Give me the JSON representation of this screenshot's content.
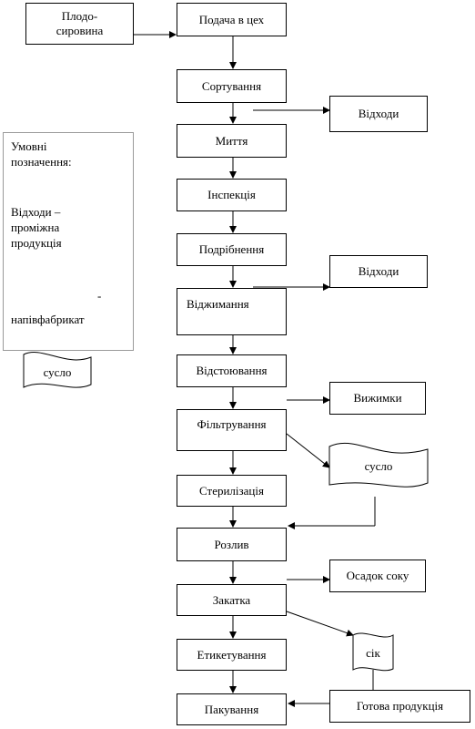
{
  "source": "Плодо-сировина",
  "steps": [
    "Подача в цех",
    "Сортування",
    "Миття",
    "Інспекція",
    "Подрібнення",
    "Віджимання",
    "Відстоювання",
    "Фільтрування",
    "Стерилізація",
    "Розлив",
    "Закатка",
    "Етикетування",
    "Пакування"
  ],
  "side_outputs": {
    "waste_1": "Відходи",
    "waste_2": "Відходи",
    "pomace": "Вижимки",
    "juice_sediment": "Осадок соку",
    "finished_product": "Готова продукція"
  },
  "intermediates": {
    "wort": "сусло",
    "juice": "сік"
  },
  "legend": {
    "title_line1": "Умовні",
    "title_line2": "позначення:",
    "waste_line1": "Відходи –",
    "waste_line2": "проміжна",
    "waste_line3": "продукція",
    "dash": "-",
    "semi_product": "напівфабрикат",
    "sample_doc": "сусло"
  }
}
